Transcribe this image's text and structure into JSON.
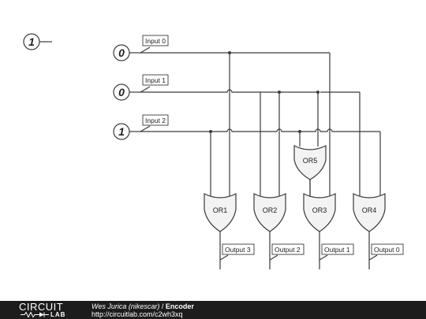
{
  "legend": {
    "value": "1"
  },
  "inputs": [
    {
      "value": "0",
      "tag": "Input 0"
    },
    {
      "value": "0",
      "tag": "Input 1"
    },
    {
      "value": "1",
      "tag": "Input 2"
    }
  ],
  "gates": [
    {
      "label": "OR1"
    },
    {
      "label": "OR2"
    },
    {
      "label": "OR3"
    },
    {
      "label": "OR4"
    },
    {
      "label": "OR5"
    }
  ],
  "outputs": [
    {
      "tag": "Output 3"
    },
    {
      "tag": "Output 2"
    },
    {
      "tag": "Output 1"
    },
    {
      "tag": "Output 0"
    }
  ],
  "footer": {
    "logo_top": "CIRCUIT",
    "logo_bottom": "LAB",
    "author": "Wes Jurica (nikescar)",
    "separator": " / ",
    "title": "Encoder",
    "url": "http://circuitlab.com/c2wh3xq"
  }
}
